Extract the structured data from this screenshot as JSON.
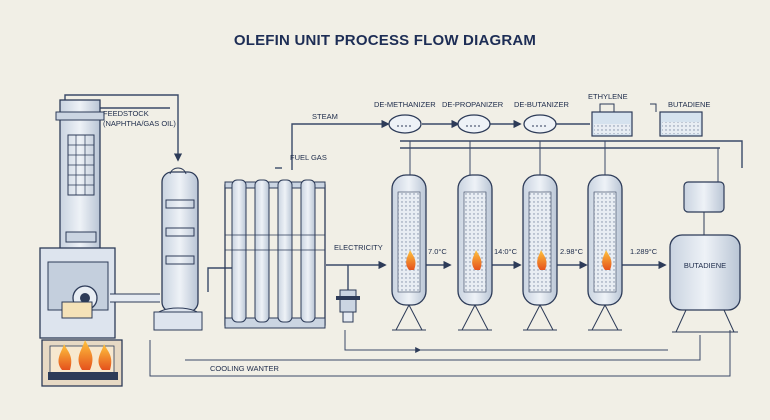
{
  "title": "OLEFIN UNIT PROCESS FLOW DIAGRAM",
  "labels": {
    "feedstock_line1": "FEEDSTOCK",
    "feedstock_line2": "(NAPHTHA/GAS OIL)",
    "steam": "STEAM",
    "fuel_gas": "FUEL GAS",
    "electricity": "ELECTRICITY",
    "cooling_water": "COOLING WANTER",
    "de_methanizer": "DE-METHANIZER",
    "de_propanizer": "DE-PROPANIZER",
    "de_butanizer": "DE-BUTANIZER",
    "ethylene": "ETHYLENE",
    "butadiene_top": "BUTADIENE",
    "butadiene_tank": "BUTADIENE"
  },
  "temperatures": {
    "t1": "7.0°C",
    "t2": "14:0°C",
    "t3": "2.98°C",
    "t4": "1.289°C"
  },
  "colors": {
    "background": "#f1efe6",
    "line": "#2d3b58",
    "vessel_fill": "#dfe6ef",
    "flame": "#f08a24",
    "title": "#1d2d55"
  }
}
